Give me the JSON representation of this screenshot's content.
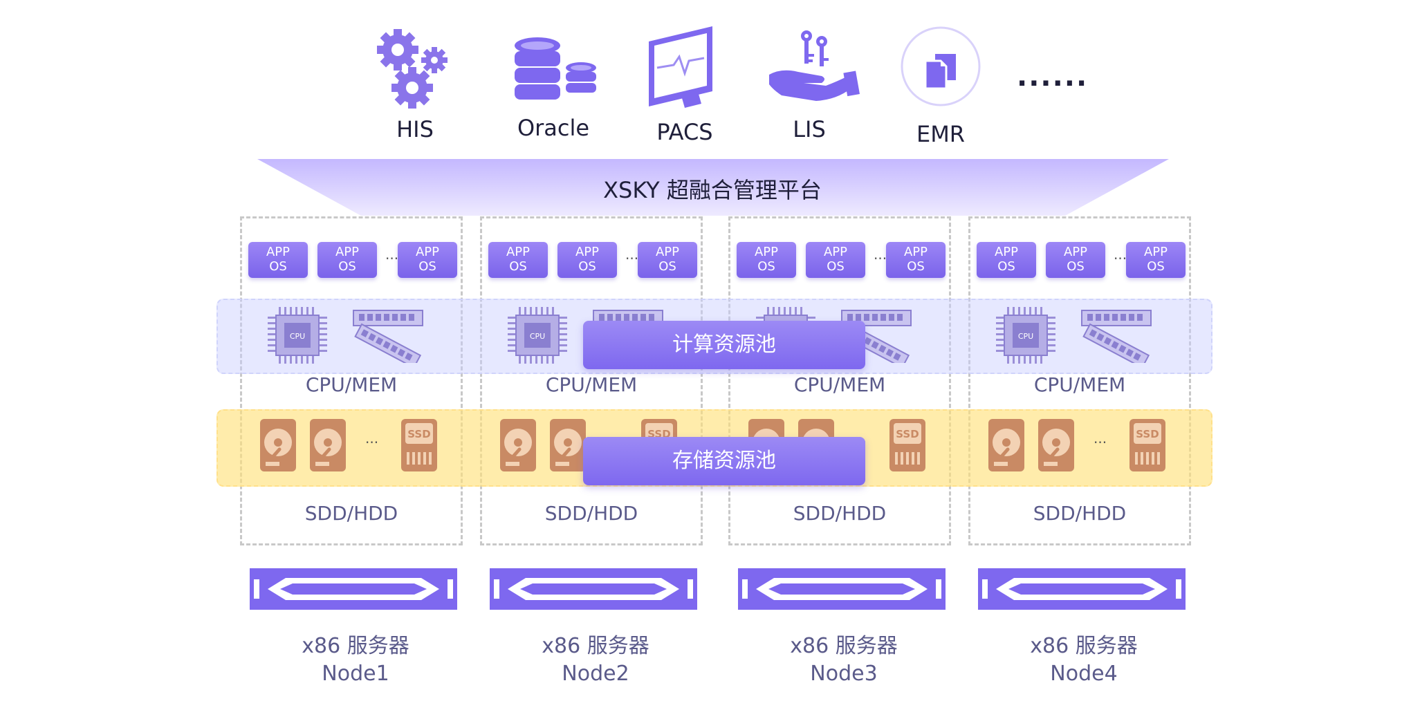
{
  "apps": [
    {
      "label": "HIS",
      "icon": "gears-icon"
    },
    {
      "label": "Oracle",
      "icon": "database-icon"
    },
    {
      "label": "PACS",
      "icon": "monitor-icon"
    },
    {
      "label": "LIS",
      "icon": "hand-keys-icon"
    },
    {
      "label": "EMR",
      "icon": "documents-icon"
    }
  ],
  "apps_more": "......",
  "platform": {
    "label": "XSKY 超融合管理平台"
  },
  "pools": {
    "compute": "计算资源池",
    "storage": "存储资源池"
  },
  "vm_line1": "APP",
  "vm_line2": "OS",
  "vm_ellipsis": "...",
  "disk_ellipsis": "...",
  "cpu_chip_text": "CPU",
  "ssd_text": "SSD",
  "nodes": [
    {
      "cpu_mem": "CPU/MEM",
      "disk": "SDD/HDD",
      "server": "x86 服务器",
      "name": "Node1"
    },
    {
      "cpu_mem": "CPU/MEM",
      "disk": "SDD/HDD",
      "server": "x86 服务器",
      "name": "Node2"
    },
    {
      "cpu_mem": "CPU/MEM",
      "disk": "SDD/HDD",
      "server": "x86 服务器",
      "name": "Node3"
    },
    {
      "cpu_mem": "CPU/MEM",
      "disk": "SDD/HDD",
      "server": "x86 服务器",
      "name": "Node4"
    }
  ],
  "colors": {
    "purple": "#7e68ef",
    "light_purple": "#c4b8ff",
    "compute_pool": "#dcdfff",
    "storage_pool": "#ffe38a",
    "disk": "#c98a64"
  }
}
